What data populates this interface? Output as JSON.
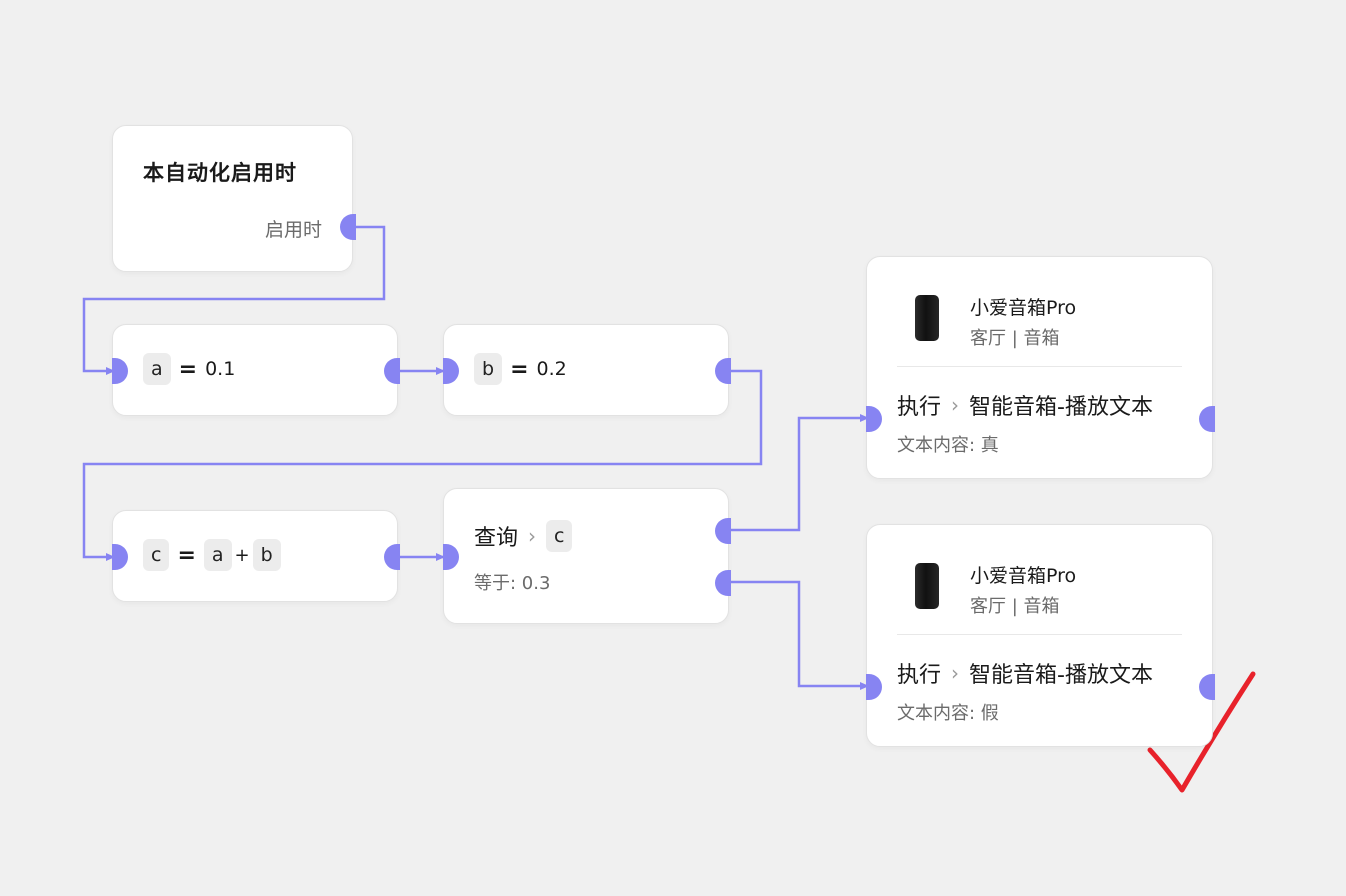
{
  "colors": {
    "accent": "#8784f2",
    "check_mark": "#e8222b",
    "background": "#f0f0f0"
  },
  "trigger": {
    "title": "本自动化启用时",
    "output_label": "启用时"
  },
  "set_a": {
    "var": "a",
    "op": "=",
    "value": "0.1"
  },
  "set_b": {
    "var": "b",
    "op": "=",
    "value": "0.2"
  },
  "set_c": {
    "var": "c",
    "op": "=",
    "left": "a",
    "plus": "+",
    "right": "b"
  },
  "query": {
    "label": "查询",
    "chevron": "›",
    "var": "c",
    "condition": "等于: 0.3"
  },
  "actions": [
    {
      "device_icon": "speaker-icon",
      "device_name": "小爱音箱Pro",
      "device_location": "客厅 | 音箱",
      "verb": "执行",
      "chevron": "›",
      "action_name": "智能音箱-播放文本",
      "param": "文本内容: 真"
    },
    {
      "device_icon": "speaker-icon",
      "device_name": "小爱音箱Pro",
      "device_location": "客厅 | 音箱",
      "verb": "执行",
      "chevron": "›",
      "action_name": "智能音箱-播放文本",
      "param": "文本内容: 假"
    }
  ]
}
